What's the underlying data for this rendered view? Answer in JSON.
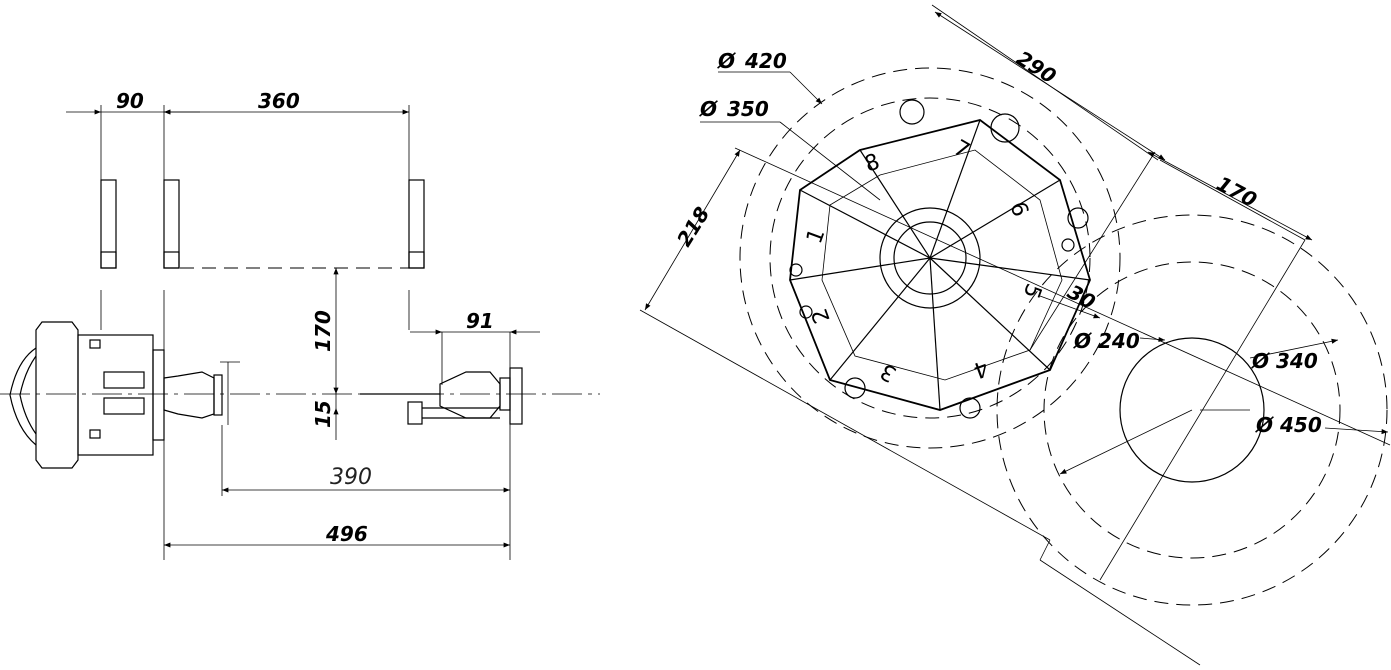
{
  "side_view": {
    "dims": {
      "d90": "90",
      "d360": "360",
      "d170": "170",
      "d15": "15",
      "d91": "91",
      "d390": "390",
      "d496": "496"
    }
  },
  "turret_view": {
    "dims": {
      "phi420": "420",
      "phi350": "350",
      "d290": "290",
      "d170": "170",
      "d218": "218",
      "d30": "30",
      "phi240": "240",
      "phi340": "340",
      "phi450": "450"
    },
    "diameter_symbol": "Ø",
    "station_numbers": [
      "1",
      "2",
      "3",
      "4",
      "5",
      "6",
      "7",
      "8"
    ]
  }
}
